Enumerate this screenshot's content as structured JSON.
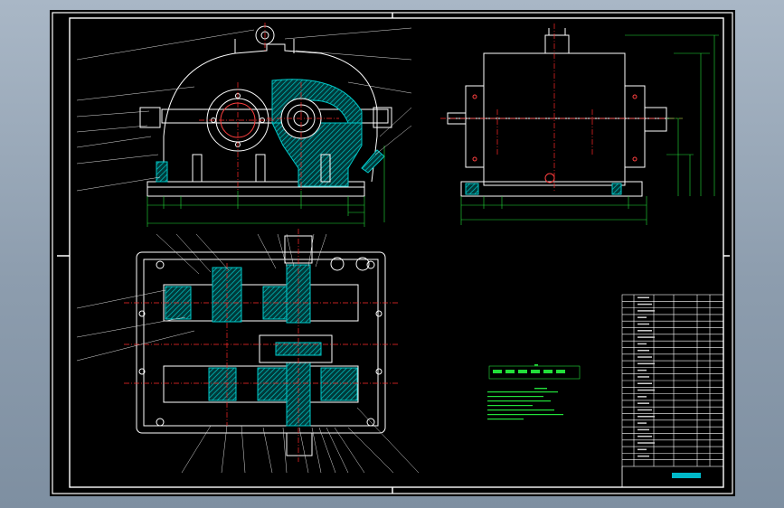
{
  "drawing": {
    "title": "",
    "colors": {
      "background": "#000000",
      "frame": "#ffffff",
      "outline": "#ffffff",
      "hatch": "#00c8c8",
      "centerline": "#ff2a2a",
      "dimension": "#22e03a",
      "bolt": "#ff4040",
      "note_box": "#22e03a",
      "title_block_fill": "#00b8c8",
      "window_bg_top": "#a9b7c6",
      "window_bg_bottom": "#7e8fa1"
    },
    "views": [
      "front-view",
      "side-view",
      "top-section-view"
    ],
    "title_block": {
      "rows": 26,
      "columns": 5
    }
  }
}
